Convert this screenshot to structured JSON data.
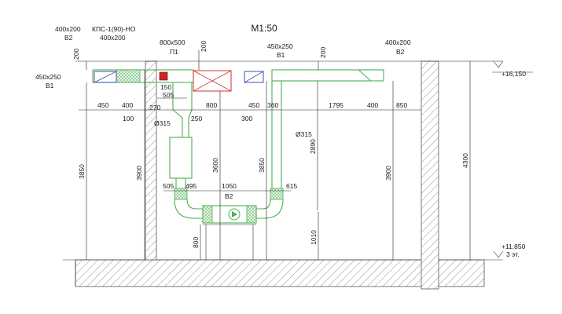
{
  "scale": "М1:50",
  "labels": {
    "t400x200_b2_left": "400x200",
    "b2_left": "В2",
    "kps": "КПС-1(90)-НО",
    "t400x200_mid": "400x200",
    "t800x500": "800x500",
    "p1": "П1",
    "t450x250_top": "450x250",
    "b1_top": "В1",
    "t400x200_right": "400x200",
    "b2_right": "В2",
    "t450x250_left": "450x250",
    "b1_left": "В1",
    "b2_unit": "В2",
    "d315_left": "Ø315",
    "d315_right": "Ø315"
  },
  "levels": {
    "top": "+16,150",
    "bottom": "+11,850",
    "floor": "3 эт."
  },
  "dims": {
    "d200_left": "200",
    "d200_mid": "200",
    "d200_right": "200",
    "d150": "150",
    "d505_top": "505",
    "d450_a": "450",
    "d400_a": "400",
    "d270": "270",
    "d800": "800",
    "d450_b": "450",
    "d360": "360",
    "d1795": "1795",
    "d400_b": "400",
    "d850": "850",
    "d100": "100",
    "d250": "250",
    "d300": "300",
    "d3850_left": "3850",
    "d3900_left": "3900",
    "d3600": "3600",
    "d3850_mid": "3850",
    "d2890": "2890",
    "d3900_right": "3900",
    "d4300": "4300",
    "d505_bot": "505",
    "d495": "495",
    "d1050": "1050",
    "d615": "615",
    "d800_v": "800",
    "d1010": "1010"
  },
  "colors": {
    "duct": "#4caf50",
    "damper": "#c62828",
    "grille": "#3f51b5",
    "fire_valve": "#d32f2f"
  }
}
